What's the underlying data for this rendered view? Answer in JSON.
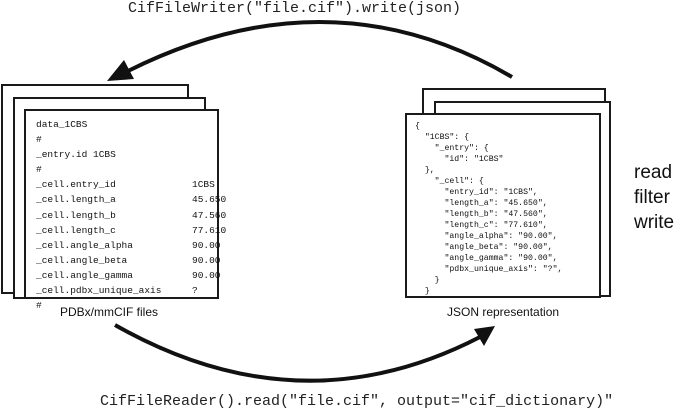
{
  "writer_call": "CifFileWriter(\"file.cif\").write(json)",
  "reader_call": "CifFileReader().read(\"file.cif\", output=\"cif_dictionary)\"",
  "cif_panel": {
    "caption": "PDBx/mmCIF files",
    "lines": [
      {
        "key": "data_1CBS",
        "value": ""
      },
      {
        "key": "#",
        "value": ""
      },
      {
        "key": "_entry.id 1CBS",
        "value": ""
      },
      {
        "key": "#",
        "value": ""
      },
      {
        "key": "_cell.entry_id",
        "value": "1CBS"
      },
      {
        "key": "_cell.length_a",
        "value": "45.650"
      },
      {
        "key": "_cell.length_b",
        "value": "47.560"
      },
      {
        "key": "_cell.length_c",
        "value": "77.610"
      },
      {
        "key": "_cell.angle_alpha",
        "value": "90.00"
      },
      {
        "key": "_cell.angle_beta",
        "value": "90.00"
      },
      {
        "key": "_cell.angle_gamma",
        "value": "90.00"
      },
      {
        "key": "_cell.pdbx_unique_axis",
        "value": "?"
      },
      {
        "key": "#",
        "value": ""
      }
    ]
  },
  "json_panel": {
    "caption": "JSON representation",
    "lines": [
      "{",
      "  \"1CBS\": {",
      "    \"_entry\": {",
      "      \"id\": \"1CBS\"",
      "  },",
      "    \"_cell\": {",
      "      \"entry_id\": \"1CBS\",",
      "      \"length_a\": \"45.650\",",
      "      \"length_b\": \"47.560\",",
      "      \"length_c\": \"77.610\",",
      "      \"angle_alpha\": \"90.00\",",
      "      \"angle_beta\": \"90.00\",",
      "      \"angle_gamma\": \"90.00\",",
      "      \"pdbx_unique_axis\": \"?\",",
      "    }",
      "  }"
    ]
  },
  "operations": [
    "read",
    "filter",
    "write"
  ]
}
